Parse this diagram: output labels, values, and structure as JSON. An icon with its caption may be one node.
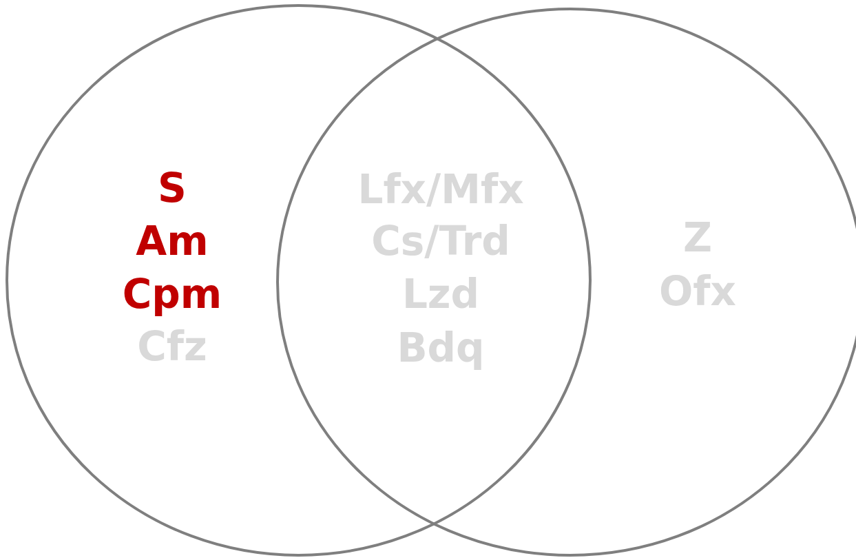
{
  "diagram": {
    "nodes": [
      {
        "text": [],
        "shape": "circle"
      },
      {
        "text": [],
        "shape": "circle"
      }
    ],
    "edges": [],
    "labels": [
      "S",
      "Am",
      "Cpm",
      "Cfz",
      "Lfx/Mfx",
      "Cs/Trd",
      "Lzd",
      "Bdq",
      "Z",
      "Ofx"
    ]
  }
}
